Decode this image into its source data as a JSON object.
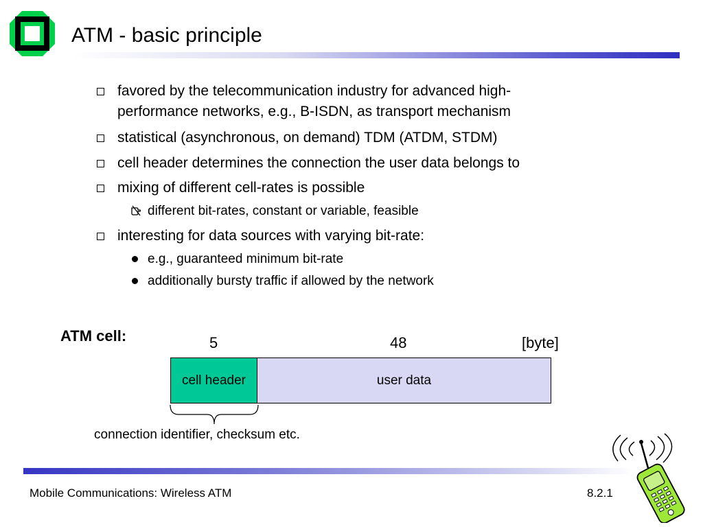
{
  "slide": {
    "title": "ATM - basic principle",
    "bullets": [
      {
        "lines": [
          "favored by  the telecommunication industry for advanced high-",
          "performance networks, e.g., B-ISDN, as transport mechanism"
        ]
      },
      {
        "text": "statistical (asynchronous, on demand) TDM (ATDM, STDM)"
      },
      {
        "text": "cell header determines the connection the user data belongs to"
      },
      {
        "text": "mixing of different cell-rates is possible"
      },
      {
        "sub_text": "different bit-rates, constant or variable, feasible"
      },
      {
        "text": "interesting for data sources with varying bit-rate:"
      },
      {
        "dot_items": [
          "e.g., guaranteed minimum bit-rate",
          "additionally bursty traffic if allowed by the network"
        ]
      }
    ]
  },
  "diagram": {
    "label": "ATM cell:",
    "header_size": "5",
    "payload_size": "48",
    "unit": "[byte]",
    "header_label": "cell header",
    "payload_label": "user data",
    "brace_note": "connection identifier, checksum etc.",
    "header_color": "#00c896",
    "payload_color": "#d8d8f5"
  },
  "footer": {
    "left": "Mobile Communications: Wireless ATM",
    "right": "8.2.1"
  },
  "colors": {
    "logo_green": "#00d04a",
    "bar_blue": "#2f2fc0"
  }
}
